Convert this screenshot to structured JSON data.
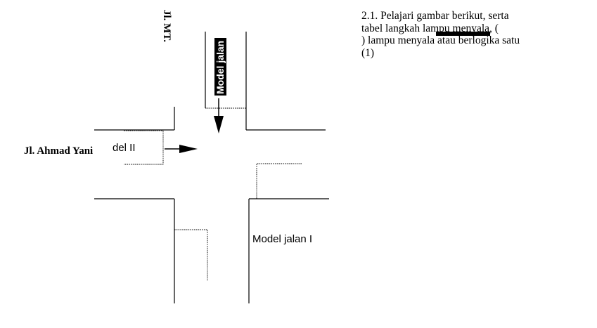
{
  "diagram": {
    "labels": {
      "street_mt": "Jl. MT.",
      "street_ahmad_yani": "Jl. Ahmad Yani",
      "model_jalan_1": "Model  jalan I",
      "model_jalan_2_partial": "del II",
      "model_jalan_3_partial": "Model jalan I"
    }
  },
  "text": {
    "line1": "2.1. Pelajari  gambar berikut, serta",
    "line2": "tabel  langkah lampu menyala, (",
    "line3": ") lampu menyala  atau berlogika satu",
    "line4": "(1)"
  }
}
